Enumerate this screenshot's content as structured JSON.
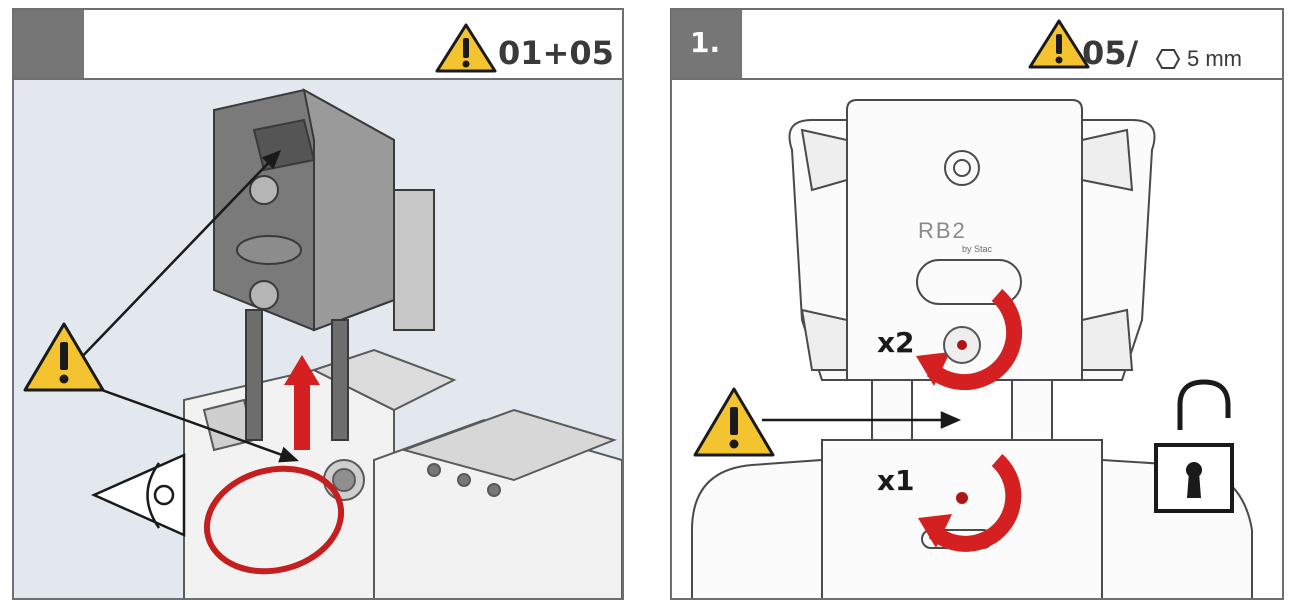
{
  "left_panel": {
    "header_code": "01+05"
  },
  "right_panel": {
    "step_number": "1.",
    "header_code": "05/",
    "tool_size": "5 mm",
    "device_brand": "RB2",
    "device_sub": "by Stac",
    "label_top": "x2",
    "label_bottom": "x1"
  },
  "colors": {
    "warning_yellow": "#f4c430",
    "accent_red": "#d42020",
    "header_gray": "#767676"
  }
}
